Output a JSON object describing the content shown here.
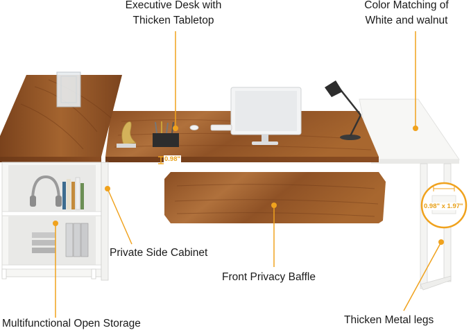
{
  "callouts": {
    "desk_title_line1": "Executive Desk with",
    "desk_title_line2": "Thicken Tabletop",
    "color_line1": "Color Matching of",
    "color_line2": "White and walnut",
    "side_cabinet": "Private Side Cabinet",
    "privacy_baffle": "Front Privacy Baffle",
    "open_storage": "Multifunctional Open Storage",
    "metal_legs": "Thicken Metal legs"
  },
  "dimensions": {
    "tabletop_thickness": "0.98\"",
    "leg_profile": "0.98\" x 1.97\""
  },
  "colors": {
    "accent": "#f0a21d",
    "walnut": "#9a5a2a",
    "white_panel": "#f7f7f5"
  }
}
